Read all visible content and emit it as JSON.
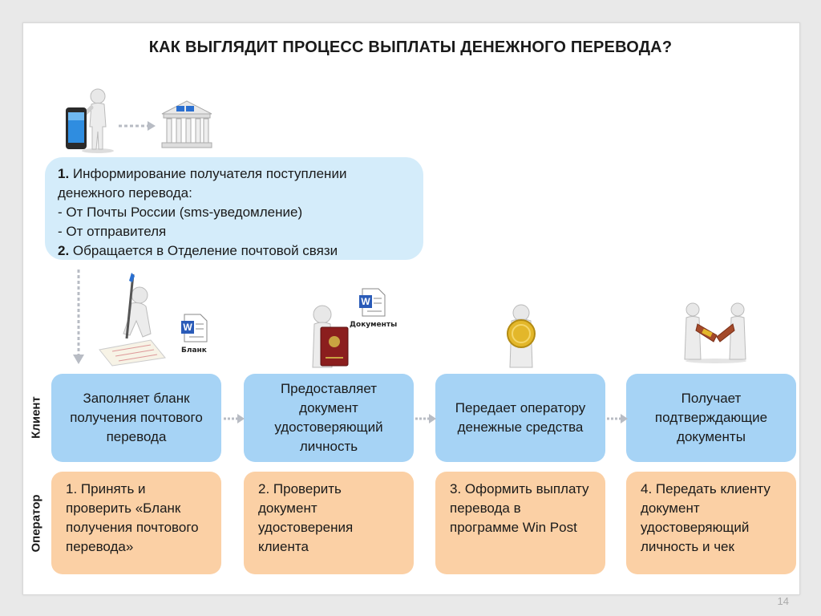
{
  "title": "КАК ВЫГЛЯДИТ ПРОЦЕСС ВЫПЛАТЫ ДЕНЕЖНОГО ПЕРЕВОДА?",
  "info": {
    "line1_num": "1.",
    "line1_text": " Информирование получателя поступлении",
    "line2": "денежного перевода:",
    "line3": "- От Почты России (sms-уведомление)",
    "line4": "- От отправителя",
    "line5_num": "2.",
    "line5_text": " Обращается в Отделение почтовой связи"
  },
  "lanes": {
    "client": "Клиент",
    "operator": "Оператор"
  },
  "client_steps": [
    "Заполняет бланк получения почтового перевода",
    "Предоставляет документ удостоверяющий личность",
    "Передает оператору денежные средства",
    "Получает подтверждающие документы"
  ],
  "operator_steps": [
    "1. Принять и проверить «Бланк получения почтового перевода»",
    "2. Проверить документ удостоверения клиента",
    "3. Оформить выплату перевода в программе Win Post",
    "4. Передать клиенту документ удостоверяющий личность и чек"
  ],
  "doc_labels": {
    "blank": "Бланк",
    "documents": "Документы"
  },
  "page_number": "14",
  "icons": {
    "phone": "phone-person-icon",
    "bank": "bank-building-icon",
    "writing": "person-writing-form-icon",
    "word_doc": "word-document-icon",
    "passport": "person-passport-icon",
    "coin": "person-coin-icon",
    "exchange": "people-exchange-icon"
  },
  "colors": {
    "info_box": "#d4ecfa",
    "client_box": "#a6d3f5",
    "operator_box": "#fbd0a5",
    "arrow": "#b8bcc4"
  }
}
